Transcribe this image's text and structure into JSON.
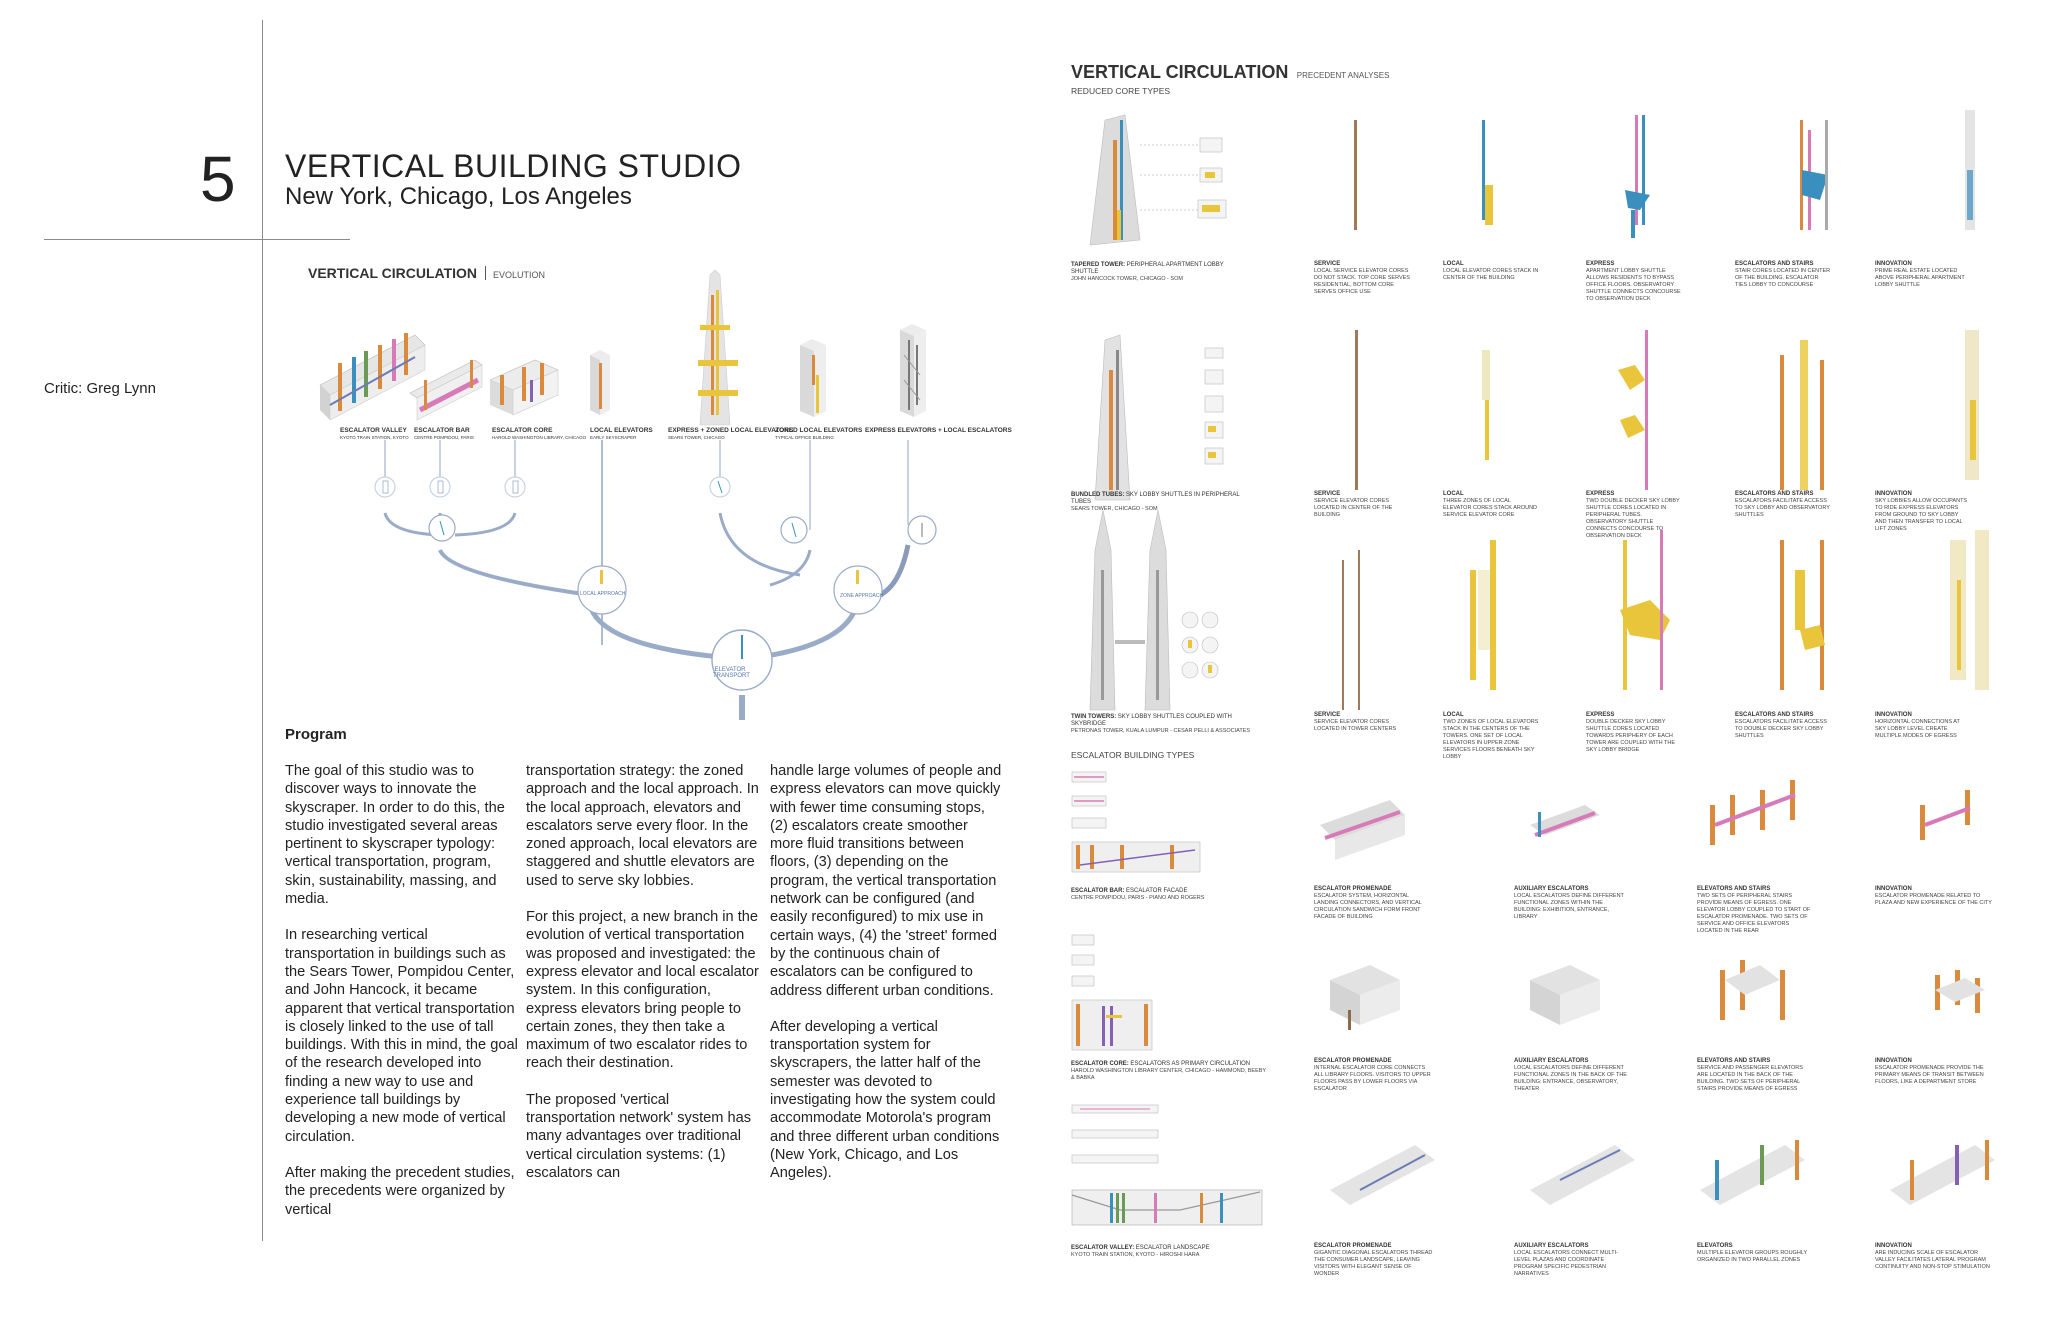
{
  "header": {
    "number": "5",
    "title": "VERTICAL BUILDING STUDIO",
    "subtitle": "New York, Chicago, Los Angeles"
  },
  "critic": "Critic: Greg Lynn",
  "evolution": {
    "heading": "VERTICAL CIRCULATION",
    "tag": "EVOLUTION",
    "top_labels": [
      {
        "name": "ESCALATOR VALLEY",
        "sub": "KYOTO TRAIN STATION, KYOTO"
      },
      {
        "name": "ESCALATOR BAR",
        "sub": "CENTRE POMPIDOU, PARIS"
      },
      {
        "name": "ESCALATOR CORE",
        "sub": "HAROLD WASHINGTON LIBRARY, CHICAGO"
      },
      {
        "name": "LOCAL ELEVATORS",
        "sub": "EARLY SKYSCRAPER"
      },
      {
        "name": "EXPRESS + ZONED LOCAL ELEVATORS",
        "sub": "SEARS TOWER, CHICAGO"
      },
      {
        "name": "ZONED LOCAL ELEVATORS",
        "sub": "TYPICAL OFFICE BUILDING"
      },
      {
        "name": "EXPRESS ELEVATORS + LOCAL ESCALATORS",
        "sub": ""
      }
    ],
    "node_local": "LOCAL APPROACH",
    "node_zoned": "ZONE APPROACH",
    "root_line1": "ELEVATOR",
    "root_line2": "TRANSPORT"
  },
  "program": {
    "heading": "Program",
    "col1": [
      "The goal of this studio was to discover ways to innovate the skyscraper. In order to do this, the studio investigated several areas pertinent to skyscraper typology: vertical transportation, program, skin, sustainability, massing, and media.",
      "In researching vertical transportation in buildings such as the Sears Tower, Pompidou Center, and John Hancock, it became apparent that vertical transportation is closely linked to the use of tall buildings. With this in mind, the goal of the research developed into finding a new way to use and experience tall buildings by developing a new mode of vertical circulation.",
      "After making the precedent studies, the precedents were organized by vertical"
    ],
    "col2": [
      "transportation strategy: the zoned approach and the local approach. In the local approach, elevators and escalators serve every floor. In the zoned approach, local elevators are staggered and shuttle elevators are used to serve sky lobbies.",
      "For this project, a new branch in the evolution of vertical transportation was proposed and investigated: the express elevator and local escalator system. In this configuration, express elevators bring people to certain zones, they then take a maximum of two escalator rides to reach their destination.",
      "The proposed 'vertical transportation network' system has many advantages over traditional vertical circulation systems: (1) escalators can"
    ],
    "col3": [
      "handle large volumes of people and express elevators can move quickly with fewer time consuming stops, (2) escalators create smoother more fluid transitions between floors, (3) depending on the program, the vertical transportation network can be configured (and easily reconfigured) to mix use in certain ways, (4) the 'street' formed by the continuous chain of escalators can be configured to address different urban conditions.",
      "After developing a vertical transportation system for skyscrapers, the latter half of the semester was devoted to investigating how the system could accommodate Motorola's program and three different urban conditions (New York, Chicago, and Los Angeles)."
    ]
  },
  "precedent": {
    "heading": "VERTICAL CIRCULATION",
    "tag": "PRECEDENT ANALYSES",
    "subheading": "REDUCED CORE TYPES",
    "escalator_heading": "ESCALATOR BUILDING TYPES",
    "rows": [
      {
        "title": "TAPERED TOWER:",
        "title_sub": "PERIPHERAL APARTMENT LOBBY SHUTTLE",
        "caption": "JOHN HANCOCK TOWER, CHICAGO - SOM",
        "cells": [
          {
            "name": "SERVICE",
            "desc": "LOCAL SERVICE ELEVATOR CORES DO NOT STACK. TOP CORE SERVES RESIDENTIAL, BOTTOM CORE SERVES OFFICE USE"
          },
          {
            "name": "LOCAL",
            "desc": "LOCAL ELEVATOR CORES STACK IN CENTER OF THE BUILDING"
          },
          {
            "name": "EXPRESS",
            "desc": "APARTMENT LOBBY SHUTTLE ALLOWS RESIDENTS TO BYPASS OFFICE FLOORS. OBSERVATORY SHUTTLE CONNECTS CONCOURSE TO OBSERVATION DECK"
          },
          {
            "name": "ESCALATORS AND STAIRS",
            "desc": "STAIR CORES LOCATED IN CENTER OF THE BUILDING. ESCALATOR TIES LOBBY TO CONCOURSE"
          },
          {
            "name": "INNOVATION",
            "desc": "PRIME REAL ESTATE LOCATED ABOVE PERIPHERAL APARTMENT LOBBY SHUTTLE"
          }
        ]
      },
      {
        "title": "BUNDLED TUBES:",
        "title_sub": "SKY LOBBY SHUTTLES IN PERIPHERAL TUBES",
        "caption": "SEARS TOWER, CHICAGO - SOM",
        "cells": [
          {
            "name": "SERVICE",
            "desc": "SERVICE ELEVATOR CORES LOCATED IN CENTER OF THE BUILDING"
          },
          {
            "name": "LOCAL",
            "desc": "THREE ZONES OF LOCAL ELEVATOR CORES STACK AROUND SERVICE ELEVATOR CORE"
          },
          {
            "name": "EXPRESS",
            "desc": "TWO DOUBLE DECKER SKY LOBBY SHUTTLE CORES LOCATED IN PERIPHERAL TUBES. OBSERVATORY SHUTTLE CONNECTS CONCOURSE TO OBSERVATION DECK"
          },
          {
            "name": "ESCALATORS AND STAIRS",
            "desc": "ESCALATORS FACILITATE ACCESS TO SKY LOBBY AND OBSERVATORY SHUTTLES"
          },
          {
            "name": "INNOVATION",
            "desc": "SKY LOBBIES ALLOW OCCUPANTS TO RIDE EXPRESS ELEVATORS FROM GROUND TO SKY LOBBY AND THEN TRANSFER TO LOCAL LIFT ZONES"
          }
        ]
      },
      {
        "title": "TWIN TOWERS:",
        "title_sub": "SKY LOBBY SHUTTLES COUPLED WITH SKYBRIDGE",
        "caption": "PETRONAS TOWER, KUALA LUMPUR - CESAR PELLI & ASSOCIATES",
        "cells": [
          {
            "name": "SERVICE",
            "desc": "SERVICE ELEVATOR CORES LOCATED IN TOWER CENTERS"
          },
          {
            "name": "LOCAL",
            "desc": "TWO ZONES OF LOCAL ELEVATORS STACK IN THE CENTERS OF THE TOWERS. ONE SET OF LOCAL ELEVATORS IN UPPER ZONE SERVICES FLOORS BENEATH SKY LOBBY"
          },
          {
            "name": "EXPRESS",
            "desc": "DOUBLE DECKER SKY LOBBY SHUTTLE CORES LOCATED TOWARDS PERIPHERY OF EACH TOWER ARE COUPLED WITH THE SKY LOBBY BRIDGE"
          },
          {
            "name": "ESCALATORS AND STAIRS",
            "desc": "ESCALATORS FACILITATE ACCESS TO DOUBLE DECKER SKY LOBBY SHUTTLES"
          },
          {
            "name": "INNOVATION",
            "desc": "HORIZONTAL CONNECTIONS AT SKY LOBBY LEVEL CREATE MULTIPLE MODES OF EGRESS"
          }
        ]
      },
      {
        "title": "ESCALATOR BAR:",
        "title_sub": "ESCALATOR FACADE",
        "caption": "CENTRE POMPIDOU, PARIS - PIANO AND ROGERS",
        "cells": [
          {
            "name": "ESCALATOR PROMENADE",
            "desc": "ESCALATOR SYSTEM, HORIZONTAL LANDING CONNECTORS, AND VERTICAL CIRCULATION SANDWICH FORM FRONT FACADE OF BUILDING"
          },
          {
            "name": "AUXILIARY ESCALATORS",
            "desc": "LOCAL ESCALATORS DEFINE DIFFERENT FUNCTIONAL ZONES WITHIN THE BUILDING: EXHIBITION, ENTRANCE, LIBRARY"
          },
          {
            "name": "ELEVATORS AND STAIRS",
            "desc": "TWO SETS OF PERIPHERAL STAIRS PROVIDE MEANS OF EGRESS. ONE ELEVATOR LOBBY COUPLED TO START OF ESCALATOR PROMENADE. TWO SETS OF SERVICE AND OFFICE ELEVATORS LOCATED IN THE REAR"
          },
          {
            "name": "INNOVATION",
            "desc": "ESCALATOR PROMENADE RELATED TO PLAZA AND NEW EXPERIENCE OF THE CITY"
          }
        ]
      },
      {
        "title": "ESCALATOR CORE:",
        "title_sub": "ESCALATORS AS PRIMARY CIRCULATION",
        "caption": "HAROLD WASHINGTON LIBRARY CENTER, CHICAGO - HAMMOND, BEEBY & BABKA",
        "cells": [
          {
            "name": "ESCALATOR PROMENADE",
            "desc": "INTERNAL ESCALATOR CORE CONNECTS ALL LIBRARY FLOORS. VISITORS TO UPPER FLOORS PASS BY LOWER FLOORS VIA ESCALATOR"
          },
          {
            "name": "AUXILIARY ESCALATORS",
            "desc": "LOCAL ESCALATORS DEFINE DIFFERENT FUNCTIONAL ZONES IN THE BACK OF THE BUILDING: ENTRANCE, OBSERVATORY, THEATER"
          },
          {
            "name": "ELEVATORS AND STAIRS",
            "desc": "SERVICE AND PASSENGER ELEVATORS ARE LOCATED IN THE BACK OF THE BUILDING. TWO SETS OF PERIPHERAL STAIRS PROVIDE MEANS OF EGRESS"
          },
          {
            "name": "INNOVATION",
            "desc": "ESCALATOR PROMENADE PROVIDE THE PRIMARY MEANS OF TRANSIT BETWEEN FLOORS, LIKE A DEPARTMENT STORE"
          }
        ]
      },
      {
        "title": "ESCALATOR VALLEY:",
        "title_sub": "ESCALATOR LANDSCAPE",
        "caption": "KYOTO TRAIN STATION, KYOTO - HIROSHI HARA",
        "cells": [
          {
            "name": "ESCALATOR PROMENADE",
            "desc": "GIGANTIC DIAGONAL ESCALATORS THREAD THE CONSUMER LANDSCAPE, LEAVING VISITORS WITH ELEGANT SENSE OF WONDER"
          },
          {
            "name": "AUXILIARY ESCALATORS",
            "desc": "LOCAL ESCALATORS CONNECT MULTI-LEVEL PLAZAS AND COORDINATE PROGRAM SPECIFIC PEDESTRIAN NARRATIVES"
          },
          {
            "name": "ELEVATORS",
            "desc": "MULTIPLE ELEVATOR GROUPS ROUGHLY ORGANIZED IN TWO PARALLEL ZONES"
          },
          {
            "name": "INNOVATION",
            "desc": "ARE INDUCING SCALE OF ESCALATOR VALLEY FACILITATES LATERAL PROGRAM CONTINUITY AND NON-STOP STIMULATION"
          }
        ]
      }
    ]
  },
  "colors": {
    "rule": "#8a8a8a",
    "tree": "#9aabc8",
    "tree_light": "#c9d2e3",
    "yellow": "#e8c53a",
    "orange": "#d98a3c",
    "blue": "#3b8fbf",
    "pink": "#d77bb8",
    "grey": "#c8c8c8"
  }
}
